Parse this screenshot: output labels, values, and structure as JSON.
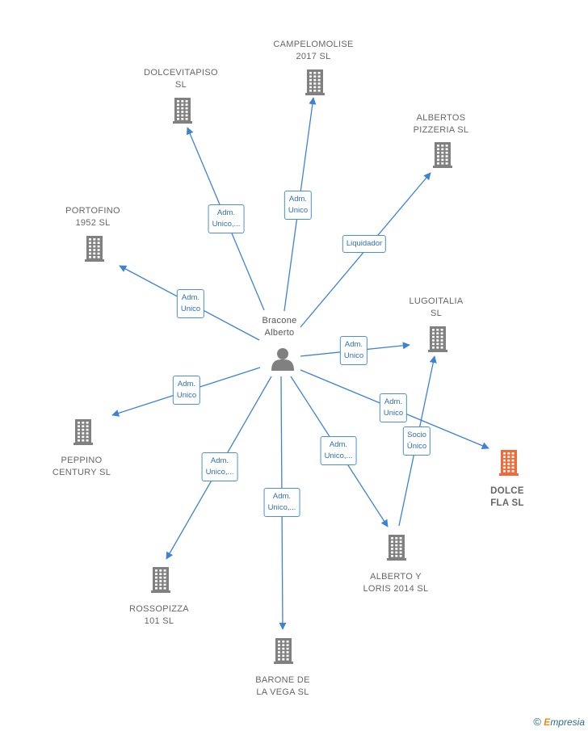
{
  "center": {
    "name": "Bracone\nAlberto"
  },
  "companies": [
    {
      "id": "campelomolise",
      "name": "CAMPELOMOLISE\n2017  SL"
    },
    {
      "id": "dolcevitapiso",
      "name": "DOLCEVITAPISO\nSL"
    },
    {
      "id": "albertos",
      "name": "ALBERTOS\nPIZZERIA SL"
    },
    {
      "id": "portofino",
      "name": "PORTOFINO\n1952  SL"
    },
    {
      "id": "lugoitalia",
      "name": "LUGOITALIA\nSL"
    },
    {
      "id": "peppino",
      "name": "PEPPINO\nCENTURY  SL"
    },
    {
      "id": "dolcefla",
      "name": "DOLCE\nFLA  SL",
      "highlight": true
    },
    {
      "id": "rossopizza",
      "name": "ROSSOPIZZA\n101  SL"
    },
    {
      "id": "barone",
      "name": "BARONE DE\nLA VEGA  SL"
    },
    {
      "id": "albertoloris",
      "name": "ALBERTO Y\nLORIS 2014  SL"
    }
  ],
  "relations": [
    {
      "from": "center",
      "to": "campelomolise",
      "label": "Adm.\nUnico"
    },
    {
      "from": "center",
      "to": "dolcevitapiso",
      "label": "Adm.\nUnico,..."
    },
    {
      "from": "center",
      "to": "albertos",
      "label": "Liquidador"
    },
    {
      "from": "center",
      "to": "portofino",
      "label": "Adm.\nUnico"
    },
    {
      "from": "center",
      "to": "lugoitalia",
      "label": "Adm.\nUnico"
    },
    {
      "from": "center",
      "to": "peppino",
      "label": "Adm.\nUnico"
    },
    {
      "from": "center",
      "to": "dolcefla",
      "label": "Adm.\nUnico"
    },
    {
      "from": "center",
      "to": "rossopizza",
      "label": "Adm.\nUnico,..."
    },
    {
      "from": "center",
      "to": "barone",
      "label": "Adm.\nUnico,..."
    },
    {
      "from": "center",
      "to": "albertoloris",
      "label": "Adm.\nUnico,..."
    },
    {
      "from": "albertoloris",
      "to": "lugoitalia",
      "label": "Socio\nÚnico"
    }
  ],
  "colors": {
    "edge": "#3d82d6",
    "building": "#808080",
    "building_highlight": "#f06a3a",
    "person": "#808080"
  },
  "footer": {
    "copyright": "©",
    "brand_initial": "E",
    "brand_rest": "mpresia"
  }
}
